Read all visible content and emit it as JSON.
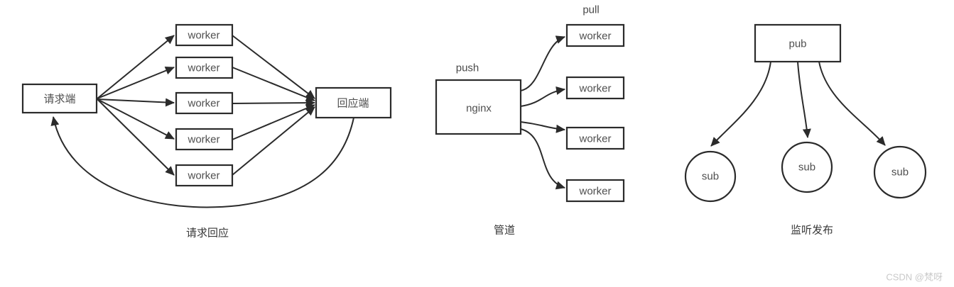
{
  "colors": {
    "line": "#2b2b2b",
    "box_border": "#2b2b2b",
    "box_fill": "#ffffff",
    "node_text": "#4f4f4f",
    "caption_text": "#383838",
    "watermark_text": "#c9c9c9",
    "background": "#ffffff"
  },
  "diagrams": {
    "request_reply": {
      "caption": "请求回应",
      "requester": "请求端",
      "responder": "回应端",
      "workers": [
        "worker",
        "worker",
        "worker",
        "worker",
        "worker"
      ]
    },
    "pipeline": {
      "caption": "管道",
      "push_label": "push",
      "pull_label": "pull",
      "source": "nginx",
      "workers": [
        "worker",
        "worker",
        "worker",
        "worker"
      ]
    },
    "pub_sub": {
      "caption": "监听发布",
      "publisher": "pub",
      "subscribers": [
        "sub",
        "sub",
        "sub"
      ]
    }
  },
  "watermark": "CSDN @梵呀"
}
